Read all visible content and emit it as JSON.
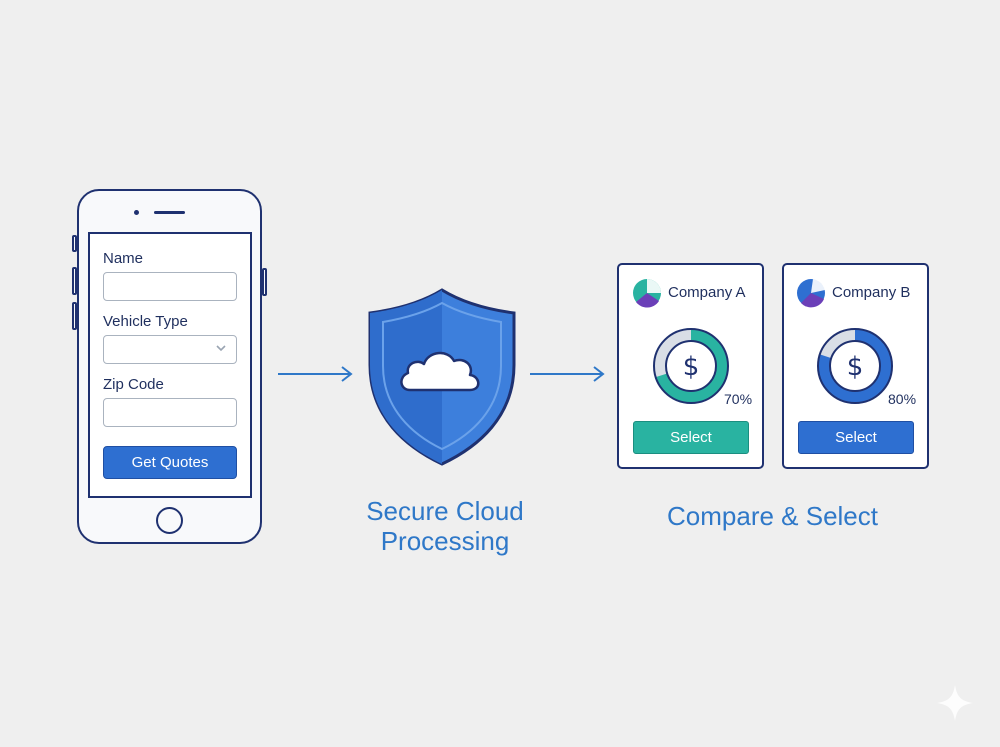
{
  "form": {
    "name_label": "Name",
    "vehicle_label": "Vehicle Type",
    "zip_label": "Zip Code",
    "submit_label": "Get Quotes"
  },
  "processing": {
    "label_line1": "Secure Cloud",
    "label_line2": "Processing"
  },
  "compare": {
    "label": "Compare & Select",
    "companies": [
      {
        "name": "Company A",
        "percent_label": "70%",
        "select_label": "Select",
        "ring_fraction": 0.7,
        "ring_color": "#29b3a1",
        "button_color": "#29b3a1"
      },
      {
        "name": "Company B",
        "percent_label": "80%",
        "select_label": "Select",
        "ring_fraction": 0.8,
        "ring_color": "#2e6fd1",
        "button_color": "#2e6fd1"
      }
    ]
  },
  "icons": [
    "phone-icon",
    "arrow-right-icon",
    "shield-cloud-icon",
    "company-logo-icon",
    "dollar-icon",
    "chevron-down-icon",
    "sparkle-icon"
  ],
  "colors": {
    "outline": "#1f3170",
    "accent_blue": "#2e6fd1",
    "accent_teal": "#29b3a1",
    "label_blue": "#2f78c8",
    "background": "#efefef"
  }
}
